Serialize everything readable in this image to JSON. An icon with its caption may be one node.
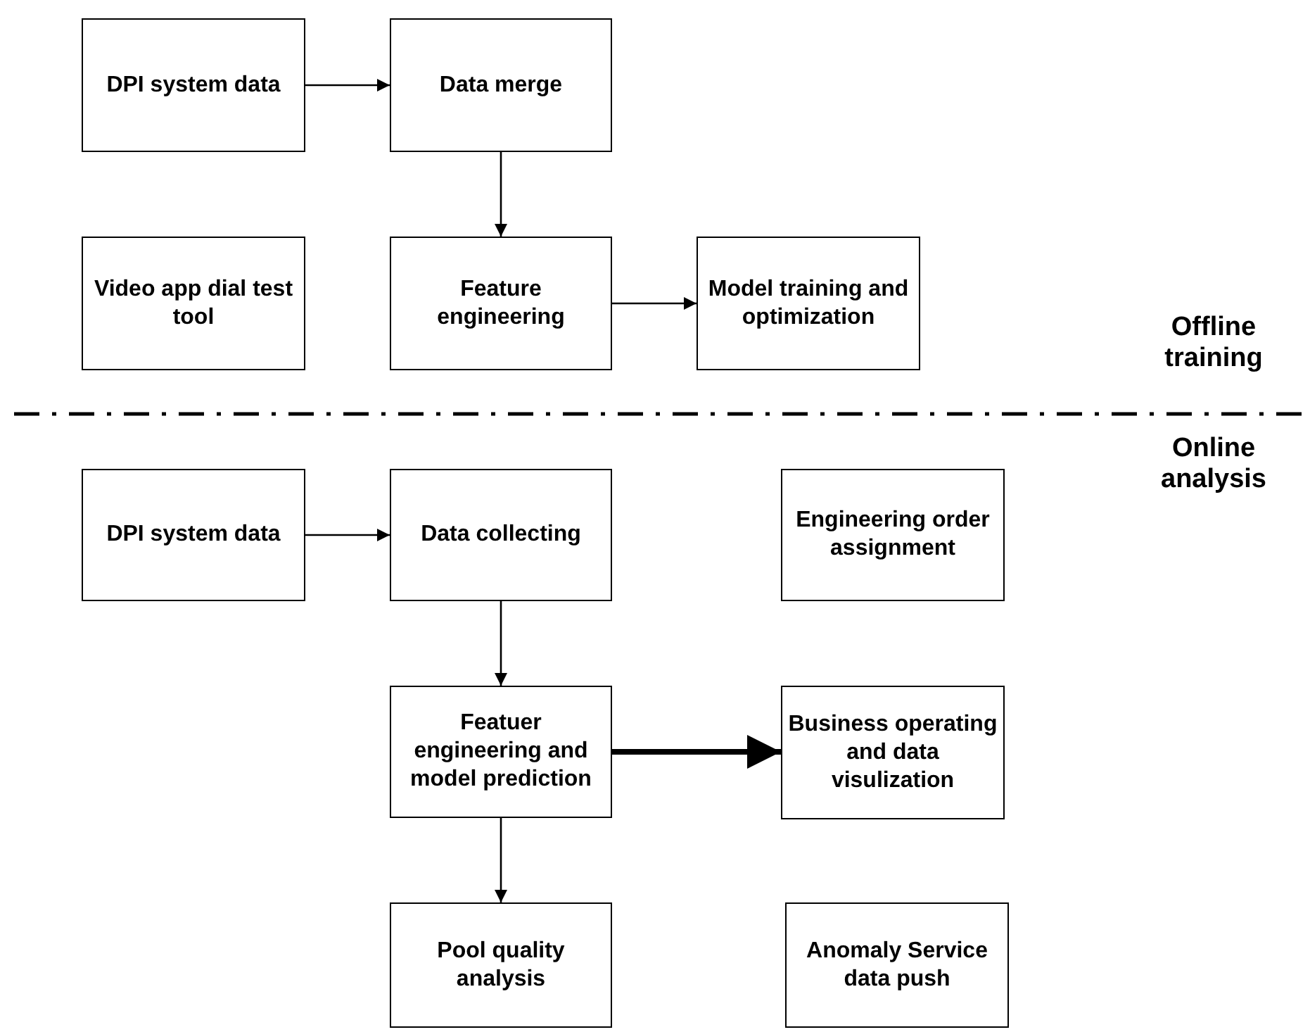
{
  "diagram": {
    "nodes": [
      {
        "text": [
          "DPI system data"
        ]
      },
      {
        "text": [
          "Data merge"
        ]
      },
      {
        "text": [
          "Video app dial test tool"
        ]
      },
      {
        "text": [
          "Feature engineering"
        ]
      },
      {
        "text": [
          "Model training and optimization"
        ]
      },
      {
        "text": [
          "DPI system data"
        ]
      },
      {
        "text": [
          "Data collecting"
        ]
      },
      {
        "text": [
          "Engineering order assignment"
        ]
      },
      {
        "text": [
          "Featuer engineering and model prediction"
        ]
      },
      {
        "text": [
          "Business operating and data visulization"
        ]
      },
      {
        "text": [
          "Pool quality analysis"
        ]
      },
      {
        "text": [
          "Anomaly Service data push"
        ]
      }
    ],
    "edges": [
      {
        "from": 0,
        "to": 1,
        "arrow": "to"
      },
      {
        "from": 1,
        "to": 3,
        "arrow": "to"
      },
      {
        "from": 3,
        "to": 4,
        "arrow": "to"
      },
      {
        "from": 5,
        "to": 6,
        "arrow": "to"
      },
      {
        "from": 6,
        "to": 8,
        "arrow": "to"
      },
      {
        "from": 8,
        "to": 9,
        "arrow": "to",
        "style": "thick"
      },
      {
        "from": 8,
        "to": 10,
        "arrow": "to"
      }
    ],
    "labels": [
      "Offline training",
      "Online analysis"
    ]
  }
}
